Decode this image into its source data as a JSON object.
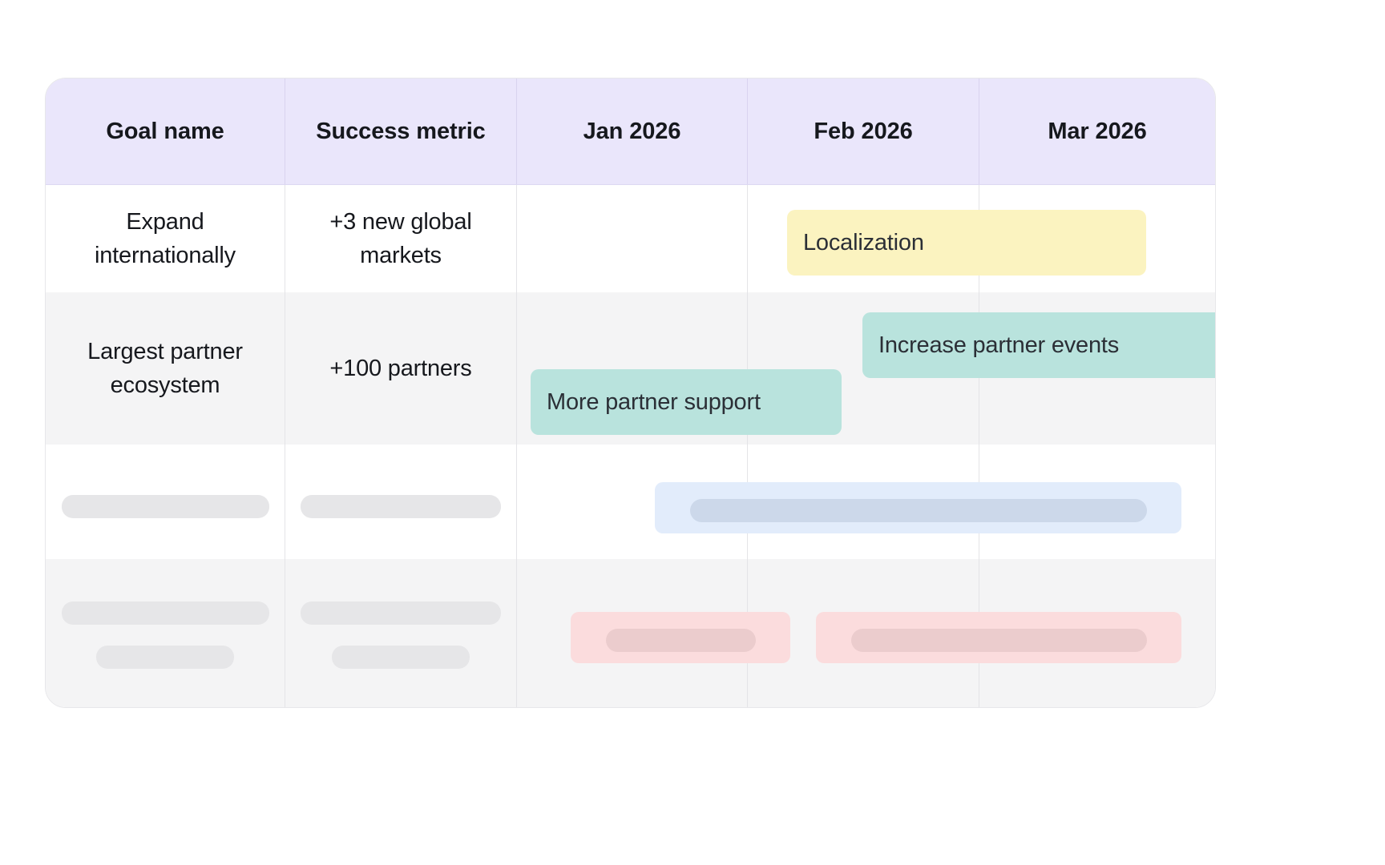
{
  "card": {
    "accent_header_bg": "#eae6fb",
    "row_alt_bg": "#f4f4f5",
    "border_color": "#e7e7ea"
  },
  "table": {
    "columns": [
      {
        "key": "goal",
        "label": "Goal name"
      },
      {
        "key": "metric",
        "label": "Success metric"
      },
      {
        "key": "m1",
        "label": "Jan 2026"
      },
      {
        "key": "m2",
        "label": "Feb 2026"
      },
      {
        "key": "m3",
        "label": "Mar 2026"
      }
    ],
    "rows": [
      {
        "goal": "Expand internationally",
        "metric": "+3 new global markets",
        "loaded": true
      },
      {
        "goal": "Largest partner ecosystem",
        "metric": "+100 partners",
        "loaded": true
      },
      {
        "goal": "",
        "metric": "",
        "loaded": false
      },
      {
        "goal": "",
        "metric": "",
        "loaded": false
      }
    ]
  },
  "timeline": {
    "bars": [
      {
        "id": "localization",
        "label": "Localization",
        "row": 1,
        "color": "#fbf3c0",
        "start_month": "Feb 2026",
        "end_month": "Mar 2026"
      },
      {
        "id": "increase-partner-events",
        "label": "Increase partner events",
        "row": 2,
        "color": "#b9e3dd",
        "start_month": "Feb 2026",
        "end_month": "Mar 2026"
      },
      {
        "id": "more-partner-support",
        "label": "More partner support",
        "row": 2,
        "color": "#b9e3dd",
        "start_month": "Jan 2026",
        "end_month": "Feb 2026"
      },
      {
        "id": "placeholder-blue",
        "label": "",
        "row": 3,
        "color": "#e2ecfb",
        "start_month": "Jan 2026",
        "end_month": "Mar 2026"
      },
      {
        "id": "placeholder-pink-1",
        "label": "",
        "row": 4,
        "color": "#fbdcdd",
        "start_month": "Jan 2026",
        "end_month": "Jan 2026"
      },
      {
        "id": "placeholder-pink-2",
        "label": "",
        "row": 4,
        "color": "#fbdcdd",
        "start_month": "Feb 2026",
        "end_month": "Mar 2026"
      }
    ]
  }
}
